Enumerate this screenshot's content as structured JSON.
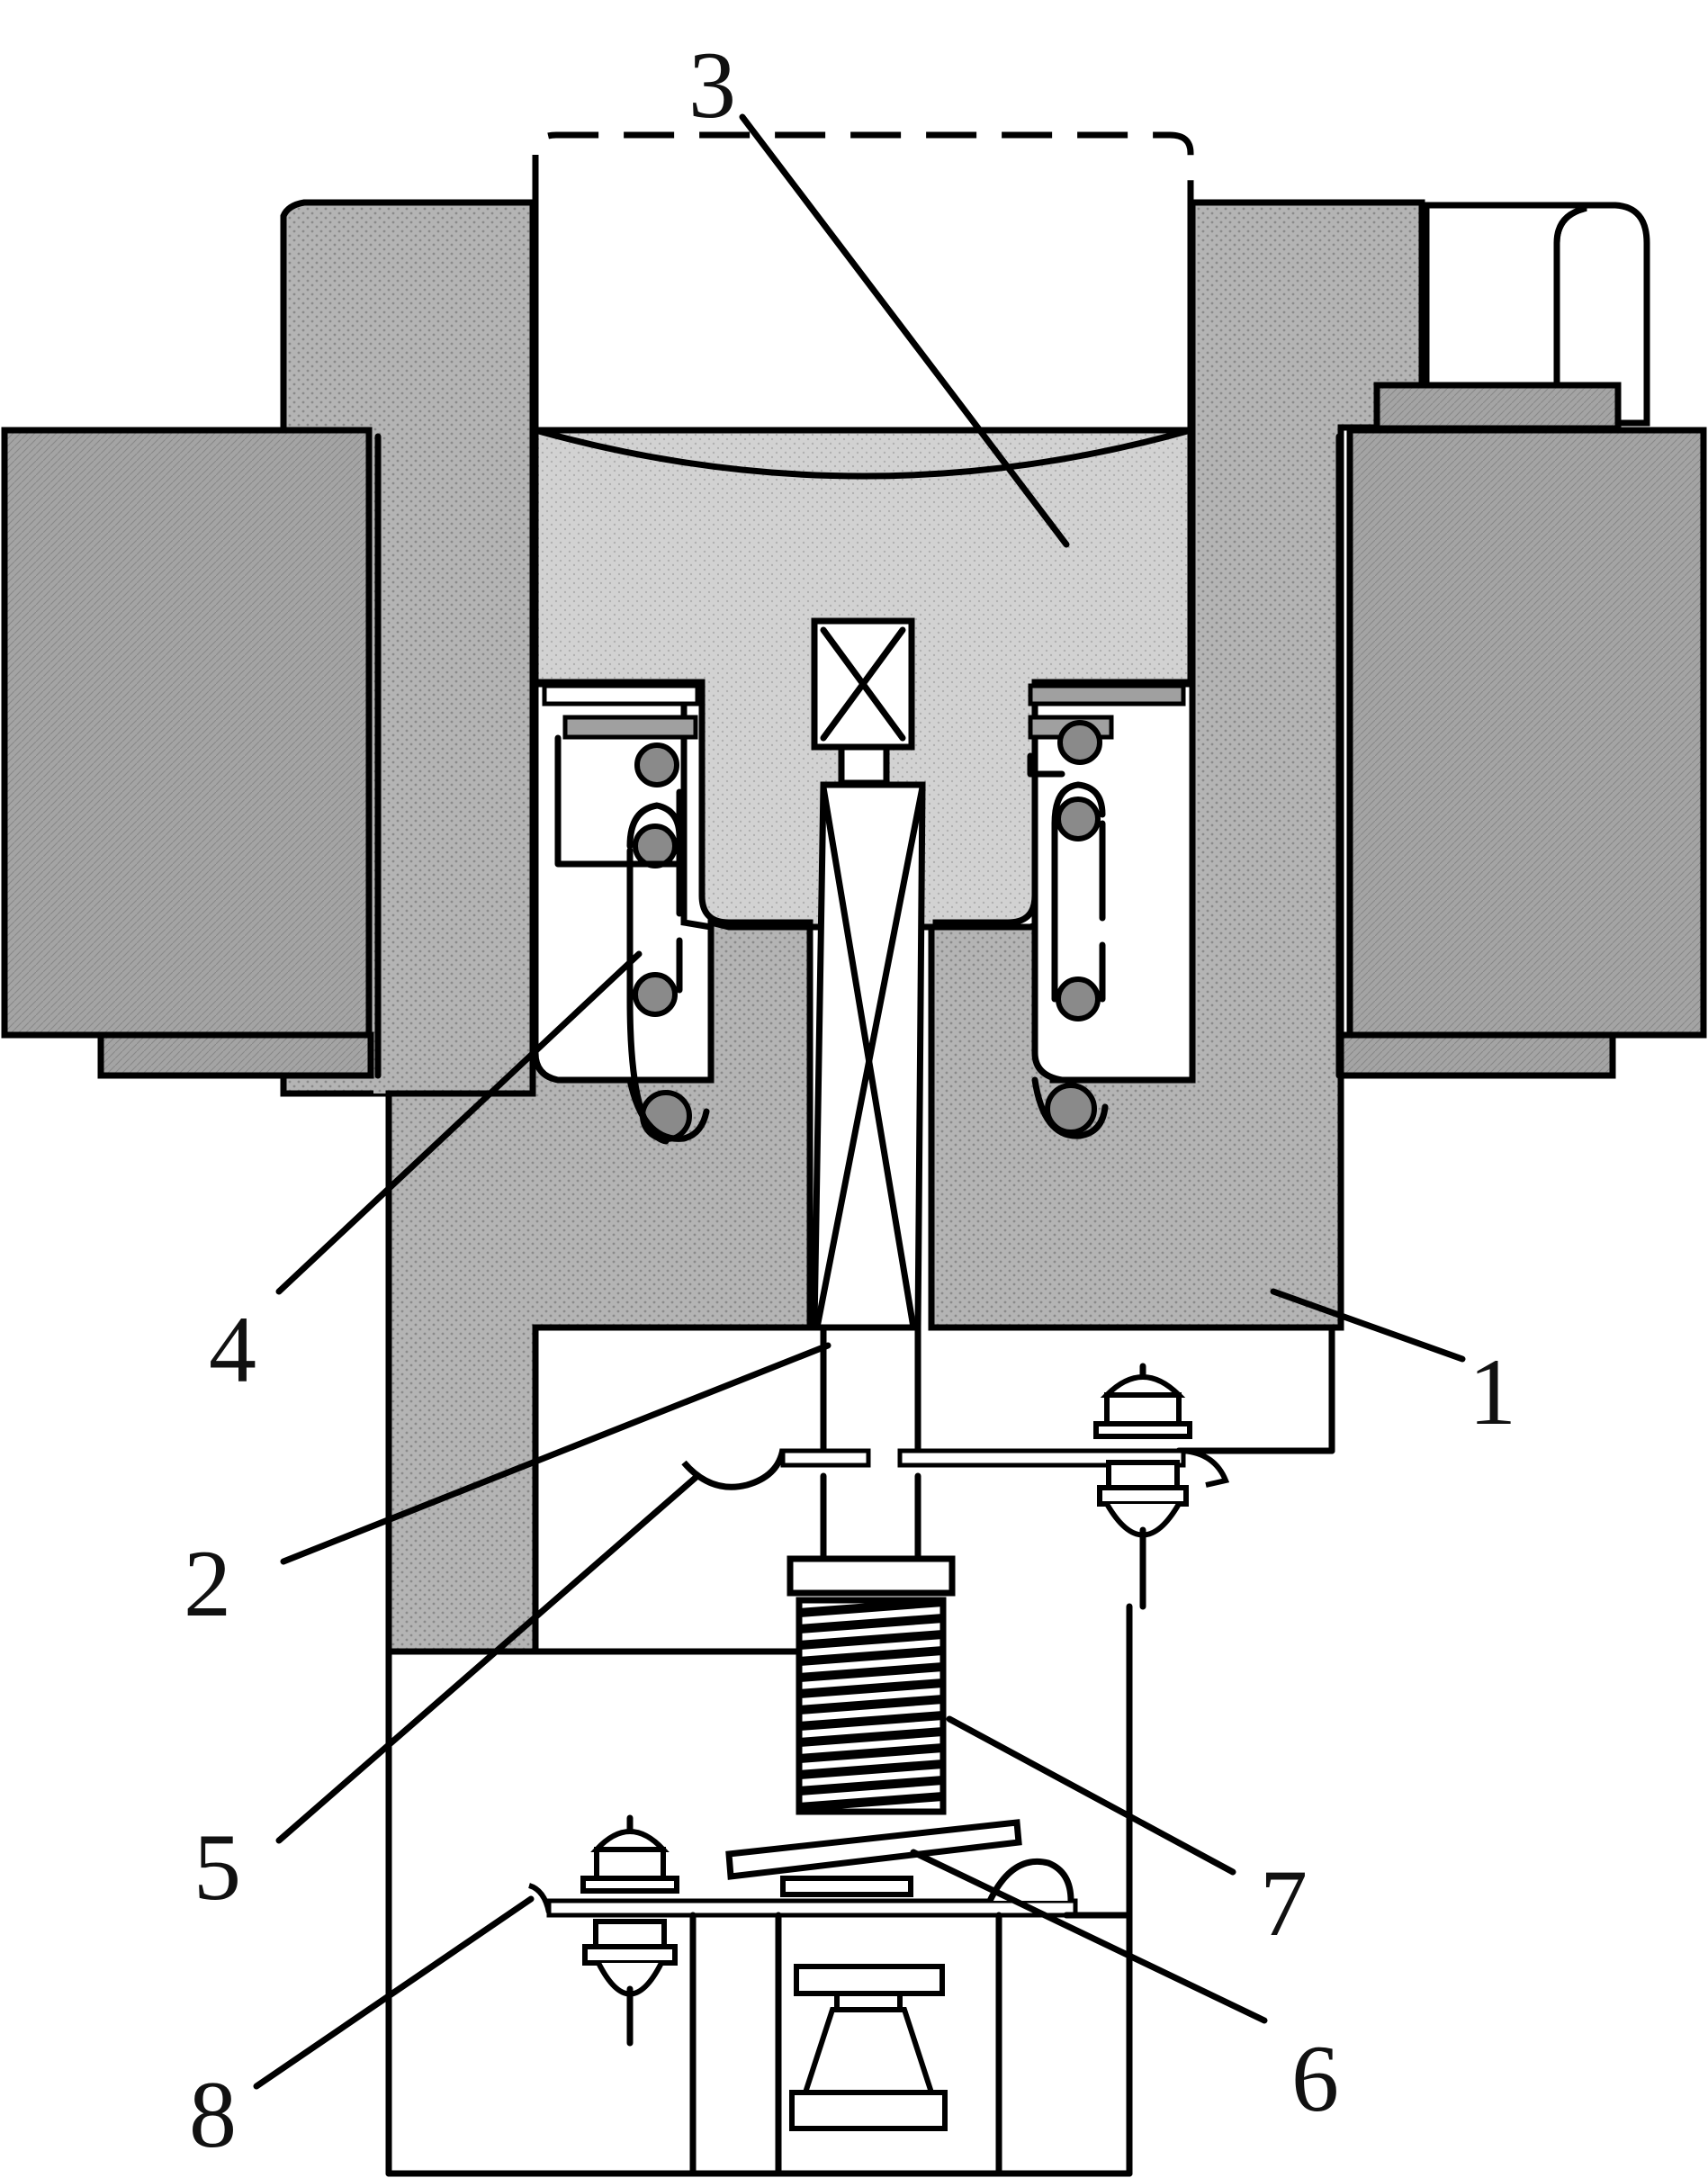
{
  "diagram": {
    "labels": [
      {
        "id": "1",
        "text": "1"
      },
      {
        "id": "2",
        "text": "2"
      },
      {
        "id": "3",
        "text": "3"
      },
      {
        "id": "4",
        "text": "4"
      },
      {
        "id": "5",
        "text": "5"
      },
      {
        "id": "6",
        "text": "6"
      },
      {
        "id": "7",
        "text": "7"
      },
      {
        "id": "8",
        "text": "8"
      }
    ],
    "colors": {
      "stroke": "#000000",
      "housing_fill": "#b8b8b8",
      "coil_fill": "#a8a8a8",
      "armature_fill": "#d0d0d0",
      "background": "#ffffff"
    }
  }
}
